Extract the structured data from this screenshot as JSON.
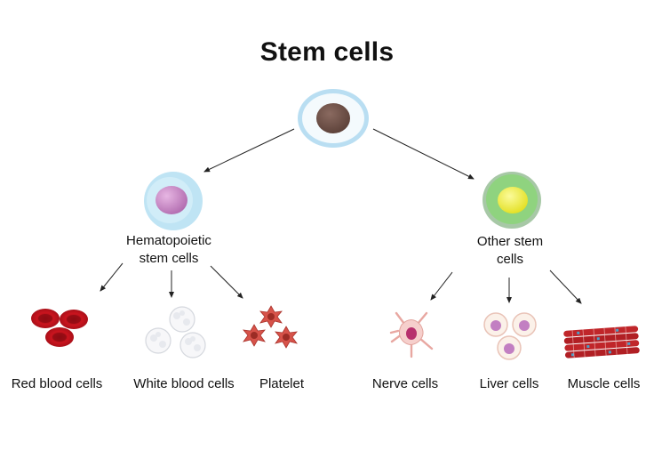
{
  "title": "Stem cells",
  "root": {
    "label": ""
  },
  "branches": [
    {
      "label_line1": "Hematopoietic",
      "label_line2": "stem cells",
      "children": [
        {
          "label": "Red blood cells",
          "icon": "red-blood-cells-icon"
        },
        {
          "label": "White blood cells",
          "icon": "white-blood-cells-icon"
        },
        {
          "label": "Platelet",
          "icon": "platelet-icon"
        }
      ]
    },
    {
      "label_line1": "Other stem",
      "label_line2": "cells",
      "children": [
        {
          "label": "Nerve cells",
          "icon": "nerve-cell-icon"
        },
        {
          "label": "Liver cells",
          "icon": "liver-cells-icon"
        },
        {
          "label": "Muscle cells",
          "icon": "muscle-cells-icon"
        }
      ]
    }
  ],
  "colors": {
    "stem_cell_ring": "#8fcbea",
    "stem_cell_nucleus": "#6e5148",
    "hematopoietic_cell": "#b8e3f3",
    "hematopoietic_nucleus": "#c886c4",
    "other_cell_outer": "#9fd49a",
    "other_cell_nucleus": "#eff048",
    "red_blood_cell": "#c8141e",
    "platelet": "#d9544a",
    "nerve_nucleus": "#b6306c",
    "liver_nucleus": "#c27fc2",
    "muscle_fiber": "#c0262a"
  }
}
